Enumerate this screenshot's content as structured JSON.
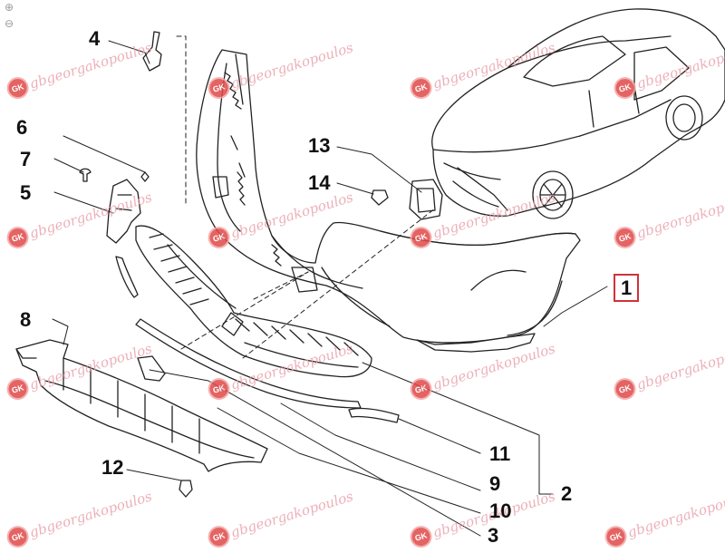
{
  "image_title": "",
  "zoom": {
    "in_icon": "zoom-in-icon",
    "out_icon": "zoom-out-icon"
  },
  "callouts": [
    {
      "id": "1",
      "text": "1",
      "boxed": true
    },
    {
      "id": "2",
      "text": "2"
    },
    {
      "id": "3",
      "text": "3"
    },
    {
      "id": "4",
      "text": "4"
    },
    {
      "id": "5",
      "text": "5"
    },
    {
      "id": "6",
      "text": "6"
    },
    {
      "id": "7",
      "text": "7"
    },
    {
      "id": "8",
      "text": "8"
    },
    {
      "id": "9",
      "text": "9"
    },
    {
      "id": "10",
      "text": "10"
    },
    {
      "id": "11",
      "text": "11"
    },
    {
      "id": "12",
      "text": "12"
    },
    {
      "id": "13",
      "text": "13"
    },
    {
      "id": "14",
      "text": "14"
    }
  ],
  "watermark": {
    "text": "gbgeorgakopoulos",
    "logo": "GK",
    "color": "#e9a3ad",
    "logo_color": "#e04848"
  },
  "colors": {
    "line": "#222222",
    "accent_box": "#d0323a"
  }
}
